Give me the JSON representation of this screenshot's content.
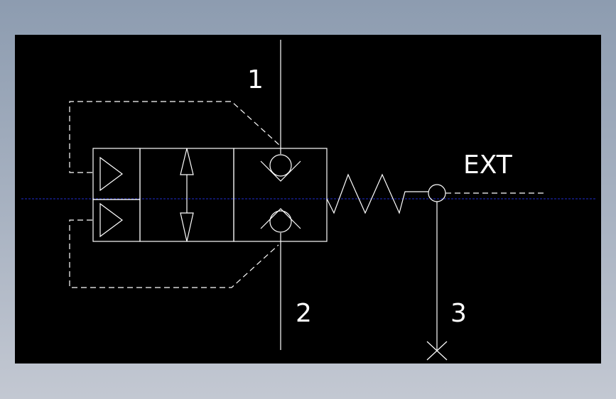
{
  "diagram": {
    "port_1_label": "1",
    "port_2_label": "2",
    "port_3_label": "3",
    "ext_label": "EXT"
  },
  "colors": {
    "background": "#000000",
    "line": "#ffffff",
    "center_line": "#1f2ccc"
  }
}
